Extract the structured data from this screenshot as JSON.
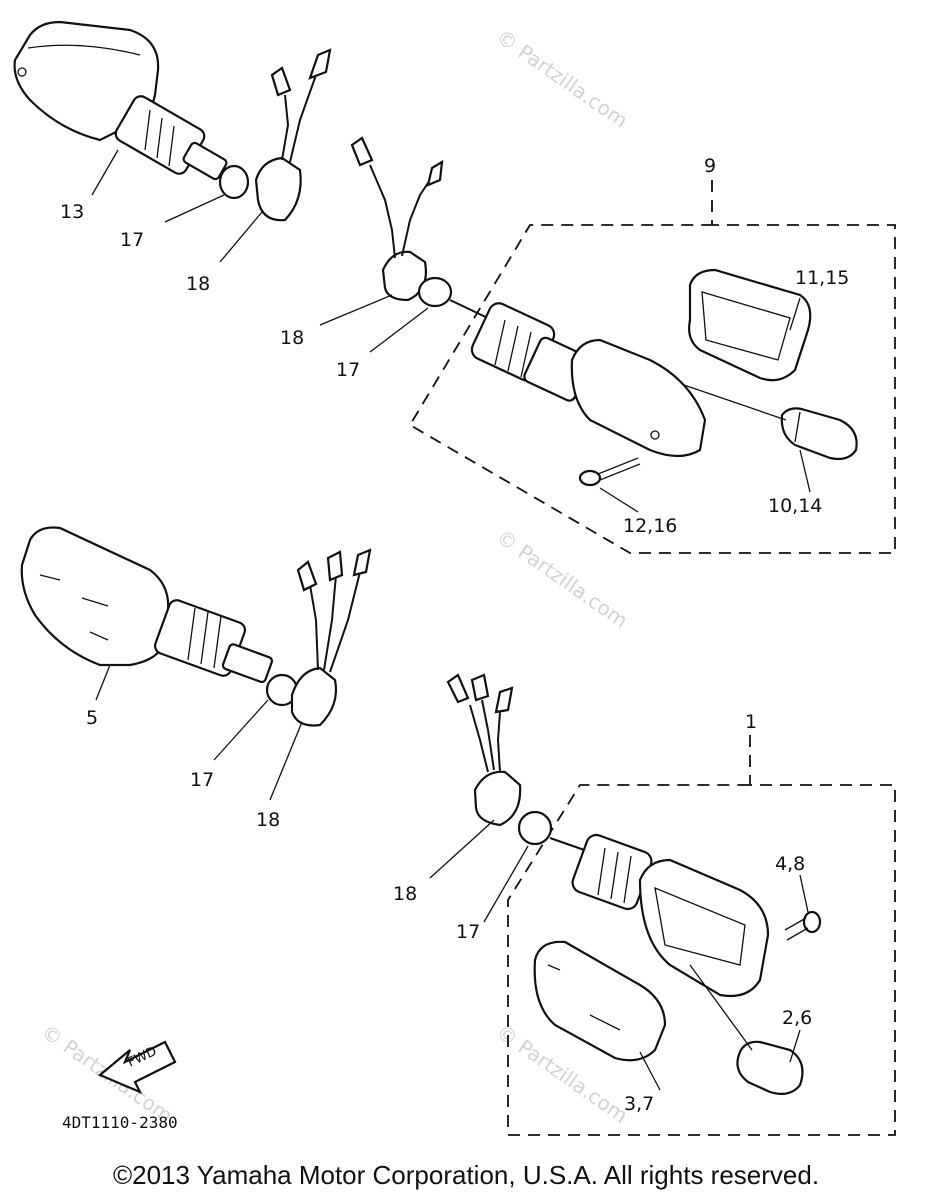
{
  "callouts": {
    "c13": "13",
    "c17a": "17",
    "c18a": "18",
    "c9": "9",
    "c1115": "11,15",
    "c18b": "18",
    "c17b": "17",
    "c1014": "10,14",
    "c1216": "12,16",
    "c5": "5",
    "c17c": "17",
    "c18c": "18",
    "c1": "1",
    "c48": "4,8",
    "c18d": "18",
    "c17d": "17",
    "c26": "2,6",
    "c37": "3,7"
  },
  "fwd_label": "FWD",
  "diagram_code": "4DT1110-2380",
  "watermark": "© Partzilla.com",
  "copyright": "©2013  Yamaha Motor Corporation, U.S.A. All rights reserved."
}
